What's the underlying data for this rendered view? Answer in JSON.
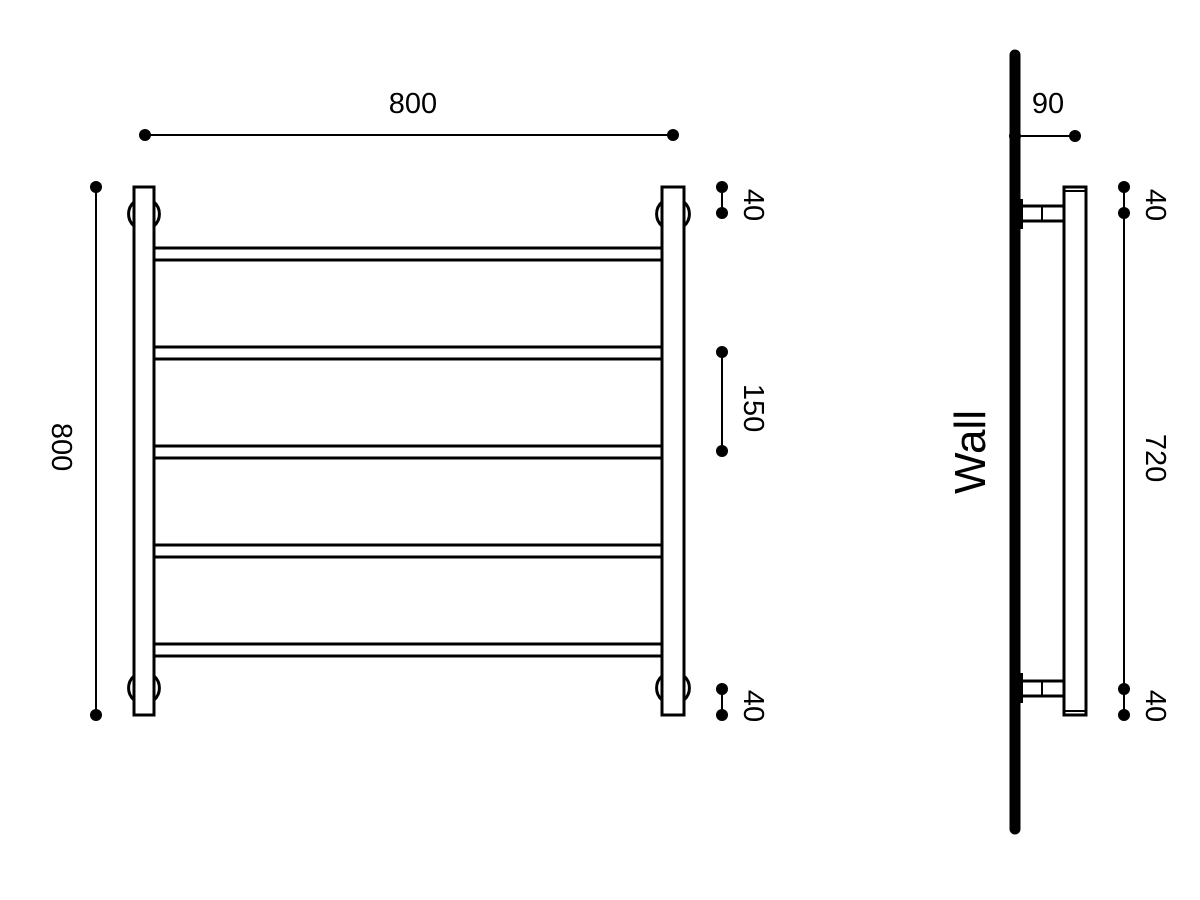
{
  "front_view": {
    "width_label": "800",
    "height_label": "800",
    "top_offset_label": "40",
    "rung_spacing_label": "150",
    "bottom_offset_label": "40",
    "rail_count": 5
  },
  "side_view": {
    "projection_label": "90",
    "wall_label": "Wall",
    "top_offset_label": "40",
    "bracket_span_label": "720",
    "bottom_offset_label": "40"
  },
  "colors": {
    "line": "#000000",
    "background": "#ffffff"
  }
}
